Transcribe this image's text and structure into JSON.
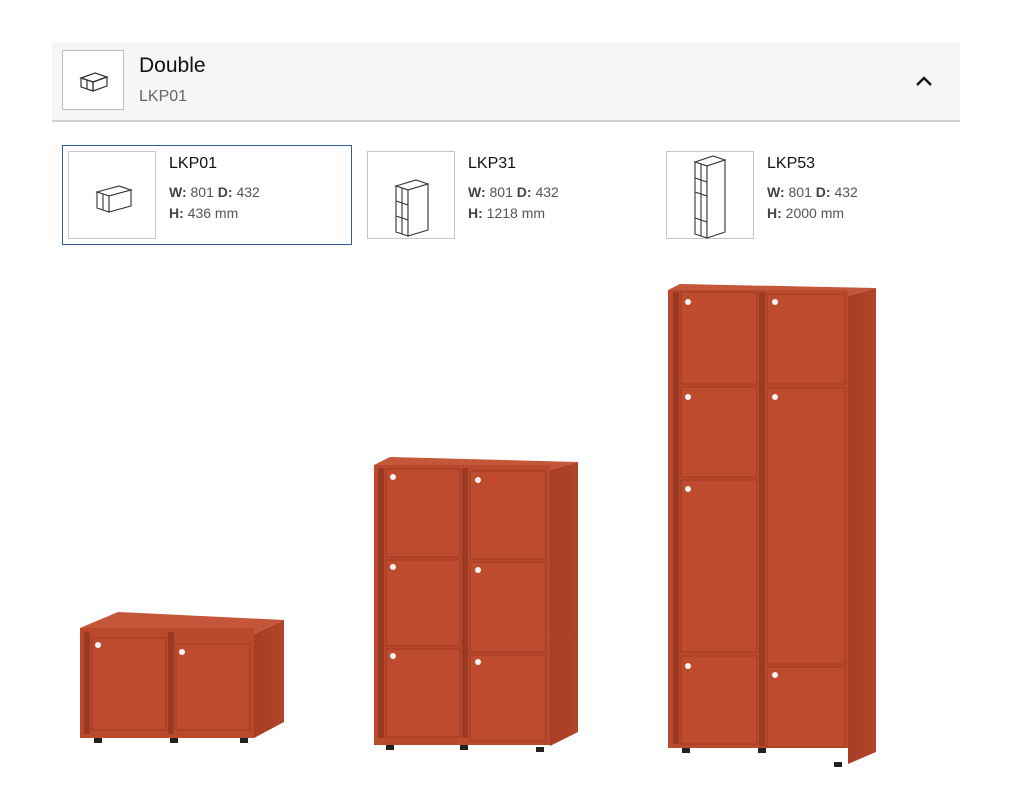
{
  "header": {
    "title": "Double",
    "subtitle": "LKP01",
    "icon": "cabinet-icon",
    "toggle_icon": "chevron-up-icon"
  },
  "options": [
    {
      "code": "LKP01",
      "w_label": "W:",
      "w": "801",
      "d_label": "D:",
      "d": "432",
      "h_label": "H:",
      "h": "436 mm",
      "selected": true
    },
    {
      "code": "LKP31",
      "w_label": "W:",
      "w": "801",
      "d_label": "D:",
      "d": "432",
      "h_label": "H:",
      "h": "1218 mm",
      "selected": false
    },
    {
      "code": "LKP53",
      "w_label": "W:",
      "w": "801",
      "d_label": "D:",
      "d": "432",
      "h_label": "H:",
      "h": "2000 mm",
      "selected": false
    }
  ],
  "colors": {
    "cabinet_front": "#bd4a2d",
    "cabinet_side": "#a83f26",
    "cabinet_top": "#c5573a",
    "selection_border": "#2c5ea8"
  }
}
